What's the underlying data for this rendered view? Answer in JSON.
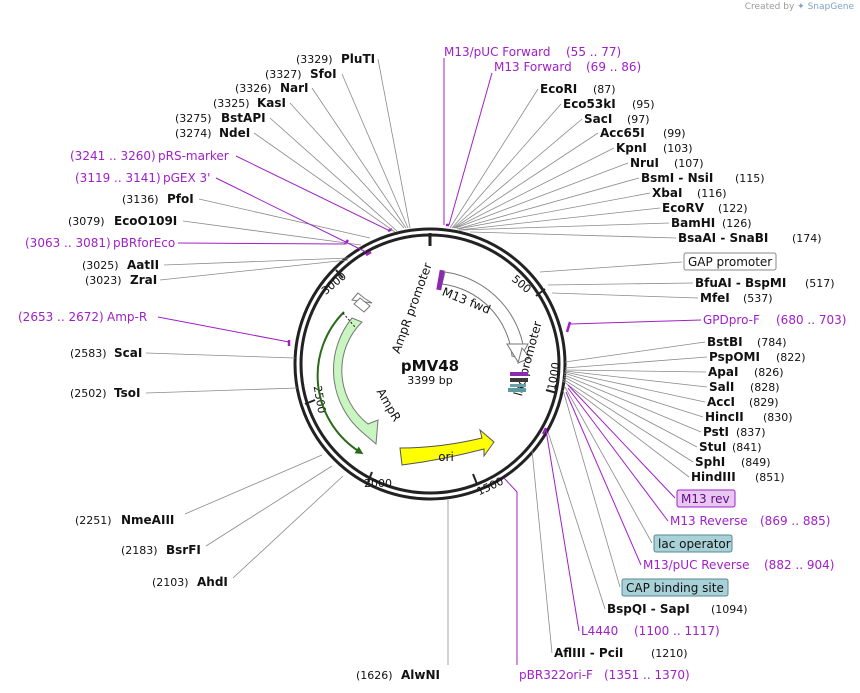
{
  "credit": {
    "prefix": "Created by",
    "brand": "SnapGene"
  },
  "plasmid": {
    "name": "pMV48",
    "length_label": "3399 bp",
    "length": 3399
  },
  "ticks": [
    "500",
    "1000",
    "1500",
    "2000",
    "2500",
    "3000"
  ],
  "features": [
    {
      "label": "M13 fwd",
      "kind": "primer-arc"
    },
    {
      "label": "lac promoter",
      "kind": "promoter"
    },
    {
      "label": "AmpR promoter",
      "kind": "promoter"
    },
    {
      "label": "AmpR",
      "kind": "cds"
    },
    {
      "label": "ori",
      "kind": "origin"
    }
  ],
  "right_sites": [
    {
      "name": "EcoRI",
      "pos": "(87)"
    },
    {
      "name": "Eco53kI",
      "pos": "(95)"
    },
    {
      "name": "SacI",
      "pos": "(97)"
    },
    {
      "name": "Acc65I",
      "pos": "(99)"
    },
    {
      "name": "KpnI",
      "pos": "(103)"
    },
    {
      "name": "NruI",
      "pos": "(107)"
    },
    {
      "name": "BsmI - NsiI",
      "pos": "(115)"
    },
    {
      "name": "XbaI",
      "pos": "(116)"
    },
    {
      "name": "EcoRV",
      "pos": "(122)"
    },
    {
      "name": "BamHI",
      "pos": "(126)"
    },
    {
      "name": "BsaAI - SnaBI",
      "pos": "(174)"
    },
    {
      "name": "BfuAI - BspMI",
      "pos": "(517)"
    },
    {
      "name": "MfeI",
      "pos": "(537)"
    },
    {
      "name": "BstBI",
      "pos": "(784)"
    },
    {
      "name": "PspOMI",
      "pos": "(822)"
    },
    {
      "name": "ApaI",
      "pos": "(826)"
    },
    {
      "name": "SalI",
      "pos": "(828)"
    },
    {
      "name": "AccI",
      "pos": "(829)"
    },
    {
      "name": "HincII",
      "pos": "(830)"
    },
    {
      "name": "PstI",
      "pos": "(837)"
    },
    {
      "name": "StuI",
      "pos": "(841)"
    },
    {
      "name": "SphI",
      "pos": "(849)"
    },
    {
      "name": "HindIII",
      "pos": "(851)"
    },
    {
      "name": "BspQI - SapI",
      "pos": "(1094)"
    },
    {
      "name": "AflIII - PciI",
      "pos": "(1210)"
    }
  ],
  "left_sites": [
    {
      "name": "PluTI",
      "pos": "(3329)"
    },
    {
      "name": "SfoI",
      "pos": "(3327)"
    },
    {
      "name": "NarI",
      "pos": "(3326)"
    },
    {
      "name": "KasI",
      "pos": "(3325)"
    },
    {
      "name": "BstAPI",
      "pos": "(3275)"
    },
    {
      "name": "NdeI",
      "pos": "(3274)"
    },
    {
      "name": "PfoI",
      "pos": "(3136)"
    },
    {
      "name": "EcoO109I",
      "pos": "(3079)"
    },
    {
      "name": "AatII",
      "pos": "(3025)"
    },
    {
      "name": "ZraI",
      "pos": "(3023)"
    },
    {
      "name": "ScaI",
      "pos": "(2583)"
    },
    {
      "name": "TsoI",
      "pos": "(2502)"
    },
    {
      "name": "NmeAIII",
      "pos": "(2251)"
    },
    {
      "name": "BsrFI",
      "pos": "(2183)"
    },
    {
      "name": "AhdI",
      "pos": "(2103)"
    },
    {
      "name": "AlwNI",
      "pos": "(1626)"
    }
  ],
  "primers": [
    {
      "name": "M13/pUC Forward",
      "range": "(55 .. 77)"
    },
    {
      "name": "M13 Forward",
      "range": "(69 .. 86)"
    },
    {
      "name": "GPDpro-F",
      "range": "(680 .. 703)"
    },
    {
      "name": "M13 Reverse",
      "range": "(869 .. 885)"
    },
    {
      "name": "M13/pUC Reverse",
      "range": "(882 .. 904)"
    },
    {
      "name": "L4440",
      "range": "(1100 .. 1117)"
    },
    {
      "name": "pBR322ori-F",
      "range": "(1351 .. 1370)"
    },
    {
      "name": "pRS-marker",
      "range": "(3241 .. 3260)"
    },
    {
      "name": "pGEX 3'",
      "range": "(3119 .. 3141)"
    },
    {
      "name": "pBRforEco",
      "range": "(3063 .. 3081)"
    },
    {
      "name": "Amp-R",
      "range": "(2653 .. 2672)"
    }
  ],
  "boxed_labels": [
    {
      "label": "GAP promoter",
      "fill": "#ffffff",
      "stroke": "#888888",
      "text_color": "#111111"
    },
    {
      "label": "M13 rev",
      "fill": "#e6c8f0",
      "stroke": "#a020c8",
      "text_color": "#6a0a8a"
    },
    {
      "label": "lac operator",
      "fill": "#a8d2d8",
      "stroke": "#5a8a90",
      "text_color": "#111111"
    },
    {
      "label": "CAP binding site",
      "fill": "#a8d2d8",
      "stroke": "#5a8a90",
      "text_color": "#111111"
    }
  ],
  "colors": {
    "primer": "#a020c8",
    "ampr": "#c8f5c0",
    "ori": "#ffff00",
    "ring": "#222222",
    "leader": "#8a8a8a"
  }
}
